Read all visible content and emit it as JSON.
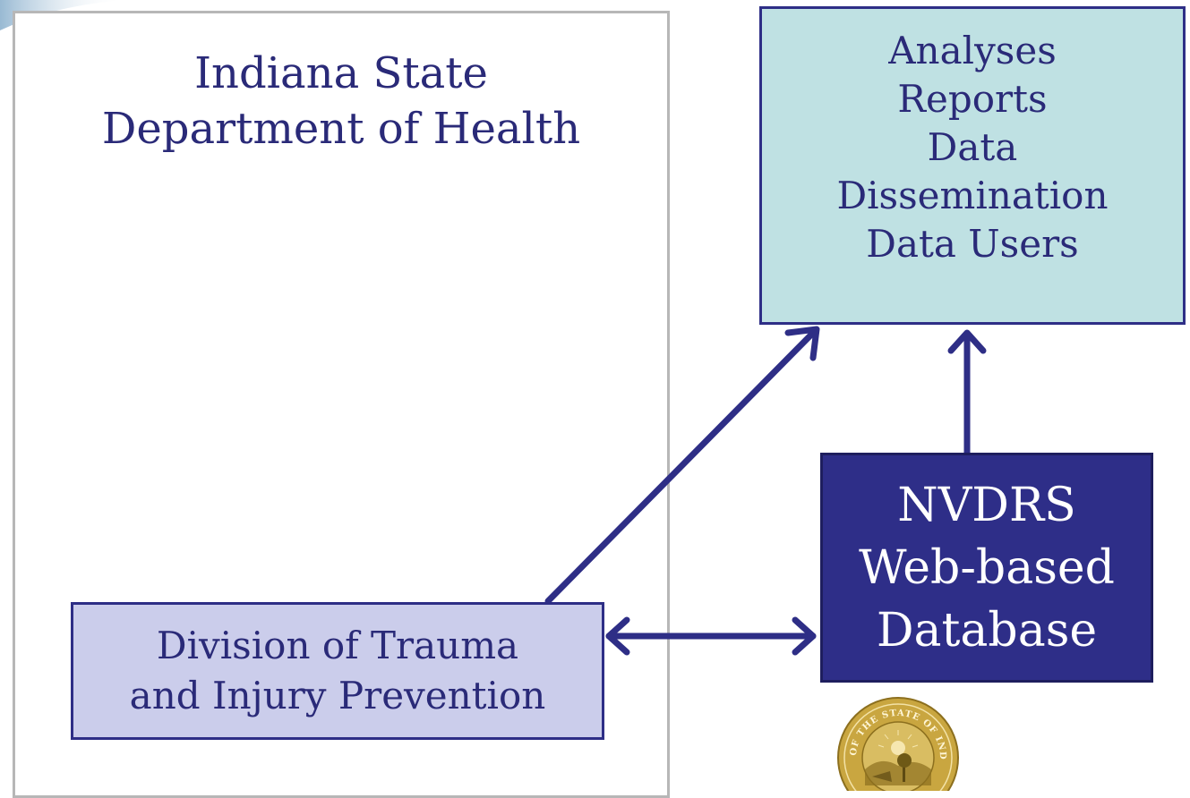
{
  "isdh": {
    "lines": [
      "Indiana State",
      "Department of Health"
    ]
  },
  "outputs": {
    "lines": [
      "Analyses",
      "Reports",
      "Data",
      "Dissemination",
      "Data Users"
    ]
  },
  "division": {
    "lines": [
      "Division of Trauma",
      "and Injury Prevention"
    ]
  },
  "nvdrs": {
    "lines": [
      "NVDRS",
      "Web-based",
      "Database"
    ]
  },
  "seal": {
    "text": "SEAL OF THE STATE OF INDIANA"
  },
  "colors": {
    "navy": "#2e2e86",
    "teal_box": "#bfe1e3",
    "lavender_box": "#cbcdeb",
    "nvdrs_box": "#2e2e88",
    "seal_gold": "#b8962e"
  }
}
